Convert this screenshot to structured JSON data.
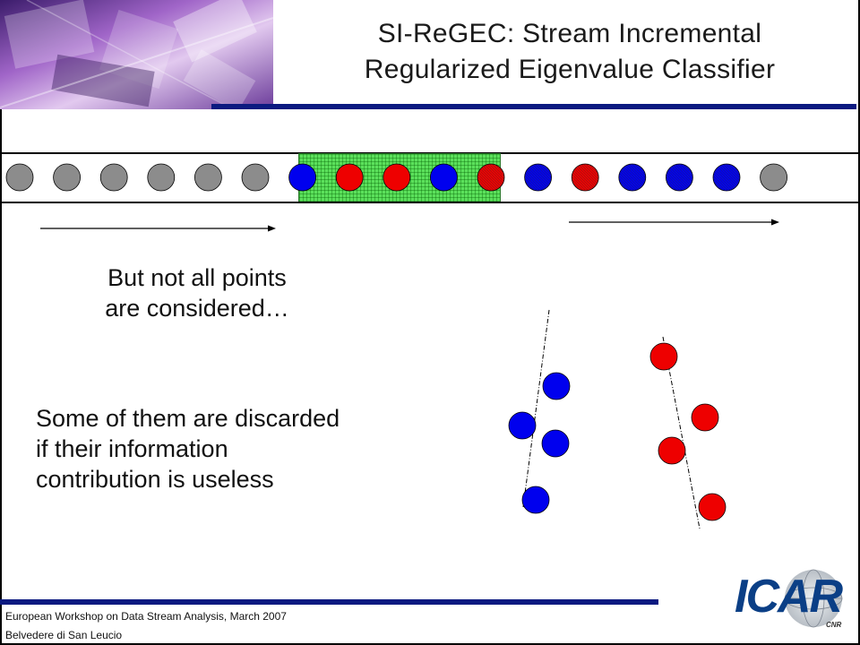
{
  "slide": {
    "title_line1": "SI-ReGEC: Stream Incremental",
    "title_line2": "Regularized Eigenvalue Classifier",
    "text_points_line1": "But not all points",
    "text_points_line2": "are considered…",
    "text_discard_line1": "Some of them are discarded",
    "text_discard_line2": "if their information",
    "text_discard_line3": "contribution is useless",
    "footer_line1": "European Workshop on Data Stream Analysis, March 2007",
    "footer_line2": "Belvedere di San Leucio",
    "logo_text": "ICAR",
    "logo_subtext": "CNR"
  },
  "stream": {
    "points": [
      {
        "state": "past",
        "color": "gray"
      },
      {
        "state": "past",
        "color": "gray"
      },
      {
        "state": "past",
        "color": "gray"
      },
      {
        "state": "past",
        "color": "gray"
      },
      {
        "state": "past",
        "color": "gray"
      },
      {
        "state": "past",
        "color": "gray"
      },
      {
        "state": "window",
        "color": "blue"
      },
      {
        "state": "window",
        "color": "red"
      },
      {
        "state": "window",
        "color": "red"
      },
      {
        "state": "window",
        "color": "blue"
      },
      {
        "state": "incoming",
        "color": "red"
      },
      {
        "state": "incoming",
        "color": "blue"
      },
      {
        "state": "incoming",
        "color": "red"
      },
      {
        "state": "incoming",
        "color": "blue"
      },
      {
        "state": "incoming",
        "color": "blue"
      },
      {
        "state": "incoming",
        "color": "blue"
      },
      {
        "state": "future",
        "color": "gray"
      }
    ]
  },
  "colors": {
    "blue": "#0000ee",
    "red": "#ee0000",
    "gray": "#8c8c8c",
    "accent_bar": "#0b1a80",
    "window_green": "#5be05b",
    "logo_blue": "#0b3f86"
  }
}
